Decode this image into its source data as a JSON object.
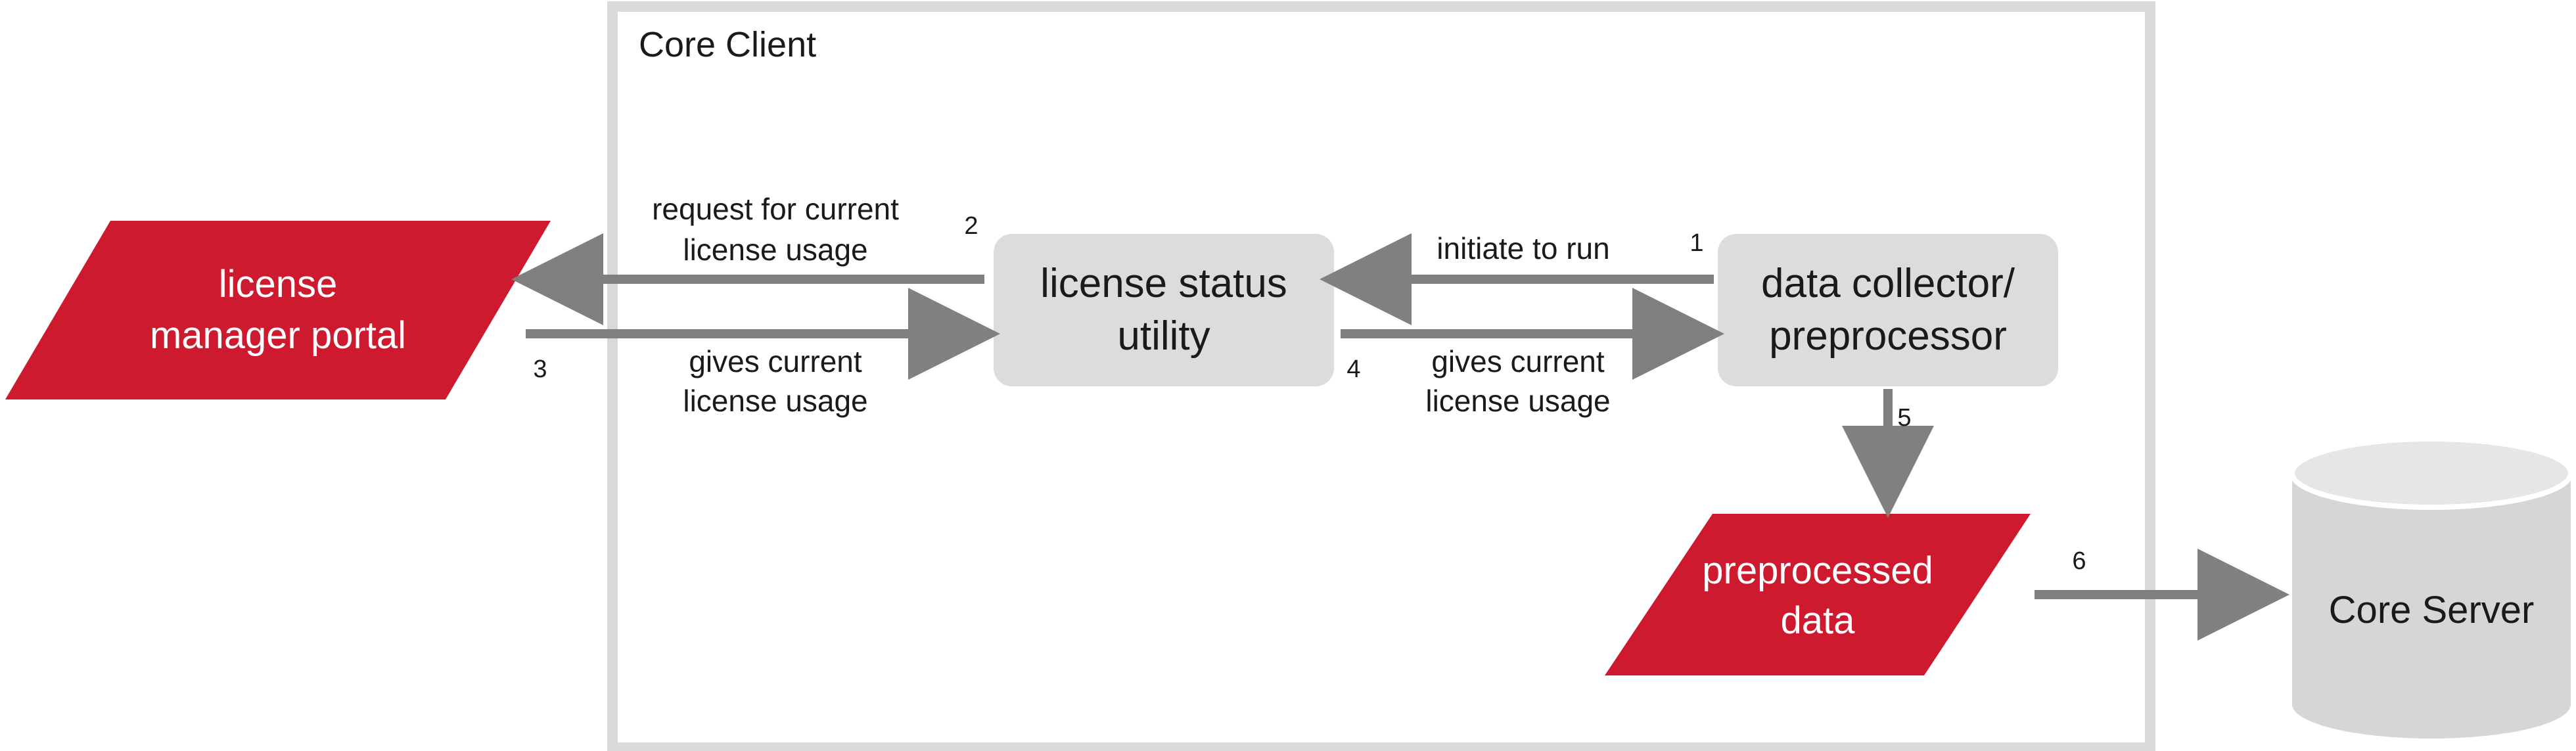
{
  "colors": {
    "red": "#CE1A2F",
    "box_gray": "#DCDCDC",
    "frame_gray": "#D9D9D9",
    "arrow_gray": "#808080",
    "cylinder_gray": "#D6D6D6",
    "text_dark": "#1A1A1A",
    "text_white": "#FFFFFF"
  },
  "client_frame": {
    "title": "Core Client"
  },
  "nodes": {
    "portal": {
      "line1": "license",
      "line2": "manager portal"
    },
    "license_utility": {
      "line1": "license status",
      "line2": "utility"
    },
    "collector": {
      "line1": "data collector/",
      "line2": "preprocessor"
    },
    "preprocessed": {
      "line1": "preprocessed",
      "line2": "data"
    },
    "server": {
      "label": "Core Server"
    }
  },
  "edges": {
    "e1": {
      "step": "1",
      "line1": "initiate to run"
    },
    "e2": {
      "step": "2",
      "line1": "request for current",
      "line2": "license usage"
    },
    "e3": {
      "step": "3",
      "line1": "gives current",
      "line2": "license usage"
    },
    "e4": {
      "step": "4",
      "line1": "gives current",
      "line2": "license usage"
    },
    "e5": {
      "step": "5"
    },
    "e6": {
      "step": "6"
    }
  }
}
